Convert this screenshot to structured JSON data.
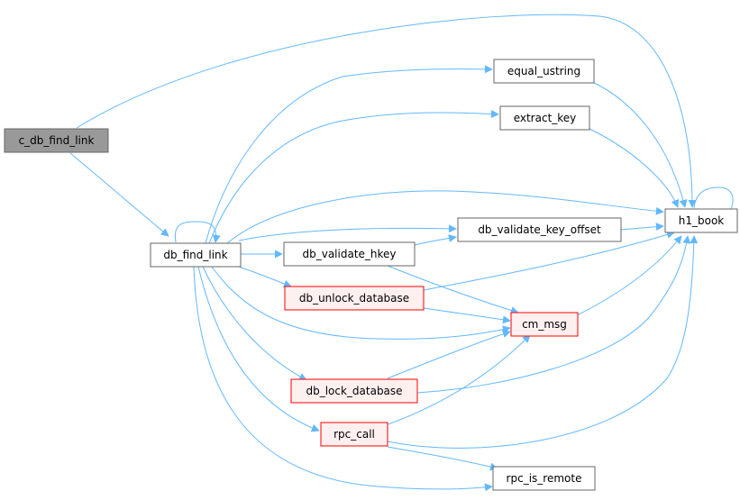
{
  "colors": {
    "edge": "#63b8ff",
    "box_border": "#666666",
    "box_fill": "#ffffff",
    "focus_fill": "#999999",
    "focus_border": "#666666",
    "incomplete_border": "#ff0000",
    "incomplete_fill": "#fff0f0",
    "background": "#ffffff"
  },
  "nodes": {
    "c_db_find_link": {
      "label": "c_db_find_link",
      "style": "focus"
    },
    "db_find_link": {
      "label": "db_find_link",
      "style": "normal"
    },
    "equal_ustring": {
      "label": "equal_ustring",
      "style": "normal"
    },
    "extract_key": {
      "label": "extract_key",
      "style": "normal"
    },
    "h1_book": {
      "label": "h1_book",
      "style": "normal"
    },
    "db_validate_key_offset": {
      "label": "db_validate_key_offset",
      "style": "normal"
    },
    "db_validate_hkey": {
      "label": "db_validate_hkey",
      "style": "normal"
    },
    "db_unlock_database": {
      "label": "db_unlock_database",
      "style": "incomplete"
    },
    "cm_msg": {
      "label": "cm_msg",
      "style": "incomplete"
    },
    "db_lock_database": {
      "label": "db_lock_database",
      "style": "incomplete"
    },
    "rpc_call": {
      "label": "rpc_call",
      "style": "incomplete"
    },
    "rpc_is_remote": {
      "label": "rpc_is_remote",
      "style": "normal"
    }
  },
  "edges": [
    [
      "c_db_find_link",
      "db_find_link"
    ],
    [
      "c_db_find_link",
      "h1_book"
    ],
    [
      "db_find_link",
      "db_find_link"
    ],
    [
      "db_find_link",
      "equal_ustring"
    ],
    [
      "db_find_link",
      "extract_key"
    ],
    [
      "db_find_link",
      "h1_book"
    ],
    [
      "db_find_link",
      "db_validate_key_offset"
    ],
    [
      "db_find_link",
      "db_validate_hkey"
    ],
    [
      "db_find_link",
      "db_unlock_database"
    ],
    [
      "db_find_link",
      "cm_msg"
    ],
    [
      "db_find_link",
      "db_lock_database"
    ],
    [
      "db_find_link",
      "rpc_call"
    ],
    [
      "db_find_link",
      "rpc_is_remote"
    ],
    [
      "equal_ustring",
      "h1_book"
    ],
    [
      "extract_key",
      "h1_book"
    ],
    [
      "h1_book",
      "h1_book"
    ],
    [
      "db_validate_key_offset",
      "h1_book"
    ],
    [
      "db_validate_hkey",
      "db_validate_key_offset"
    ],
    [
      "db_validate_hkey",
      "cm_msg"
    ],
    [
      "db_unlock_database",
      "h1_book"
    ],
    [
      "db_unlock_database",
      "cm_msg"
    ],
    [
      "cm_msg",
      "h1_book"
    ],
    [
      "db_lock_database",
      "cm_msg"
    ],
    [
      "db_lock_database",
      "h1_book"
    ],
    [
      "rpc_call",
      "cm_msg"
    ],
    [
      "rpc_call",
      "h1_book"
    ],
    [
      "rpc_call",
      "rpc_is_remote"
    ]
  ]
}
